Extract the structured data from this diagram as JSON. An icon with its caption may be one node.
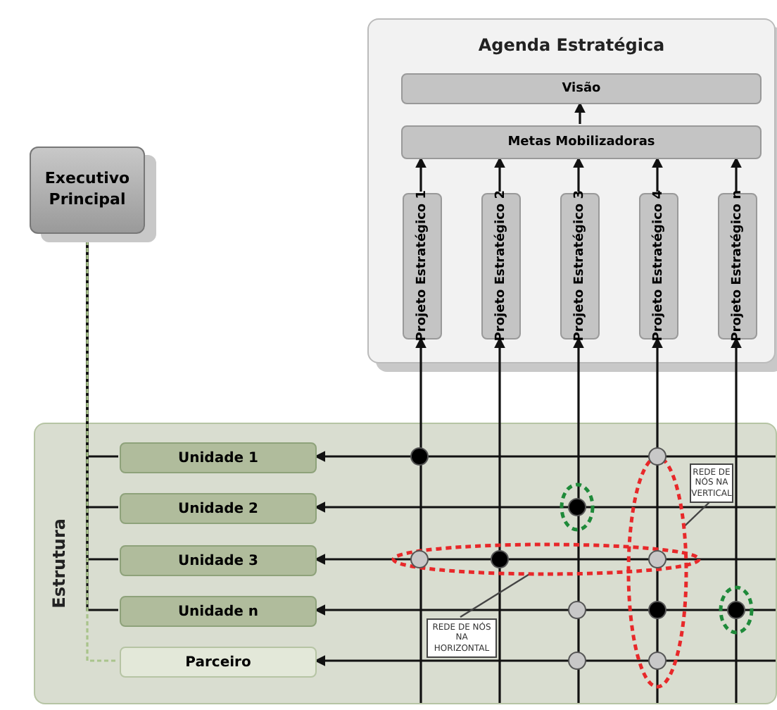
{
  "diagram": {
    "nodes": [
      {
        "text": [
          "Agenda Estratégica"
        ]
      },
      {
        "text": [
          "Visão"
        ],
        "in": 0
      },
      {
        "text": [
          "Metas Mobilizadoras"
        ],
        "in": 0
      },
      {
        "text": [
          "Projeto Estratégico 1"
        ],
        "in": 0
      },
      {
        "text": [
          "Projeto Estratégico 2"
        ],
        "in": 0
      },
      {
        "text": [
          "Projeto Estratégico 3"
        ],
        "in": 0
      },
      {
        "text": [
          "Projeto Estratégico 4"
        ],
        "in": 0
      },
      {
        "text": [
          "Projeto Estratégico n"
        ],
        "in": 0
      },
      {
        "text": [
          "Executivo Principal"
        ]
      },
      {
        "text": [
          "Estrutura"
        ]
      },
      {
        "text": [
          "Unidade 1"
        ],
        "in": 9
      },
      {
        "text": [
          "Unidade 2"
        ],
        "in": 9
      },
      {
        "text": [
          "Unidade 3"
        ],
        "in": 9
      },
      {
        "text": [
          "Unidade n"
        ],
        "in": 9
      },
      {
        "text": [
          "Parceiro"
        ],
        "in": 9
      },
      {
        "text": [
          "REDE DE NÓS NA HORIZONTAL"
        ],
        "in": 9
      },
      {
        "text": [
          "REDE DE NÓS NA VERTICAL"
        ],
        "in": 9
      }
    ],
    "edges": [
      {
        "from": 2,
        "to": 1,
        "arrow": "to"
      },
      {
        "from": 3,
        "to": 2,
        "arrow": "to"
      },
      {
        "from": 4,
        "to": 2,
        "arrow": "to"
      },
      {
        "from": 5,
        "to": 2,
        "arrow": "to"
      },
      {
        "from": 6,
        "to": 2,
        "arrow": "to"
      },
      {
        "from": 7,
        "to": 2,
        "arrow": "to"
      },
      {
        "from": 9,
        "to": 3,
        "arrow": "to"
      },
      {
        "from": 9,
        "to": 4,
        "arrow": "to"
      },
      {
        "from": 9,
        "to": 5,
        "arrow": "to"
      },
      {
        "from": 9,
        "to": 6,
        "arrow": "to"
      },
      {
        "from": 9,
        "to": 7,
        "arrow": "to"
      },
      {
        "from": 9,
        "to": 10,
        "arrow": "to"
      },
      {
        "from": 9,
        "to": 11,
        "arrow": "to"
      },
      {
        "from": 9,
        "to": 12,
        "arrow": "to"
      },
      {
        "from": 9,
        "to": 13,
        "arrow": "to"
      },
      {
        "from": 9,
        "to": 14,
        "arrow": "to"
      },
      {
        "from": 8,
        "to": 10,
        "arrow": "none"
      },
      {
        "from": 8,
        "to": 11,
        "arrow": "none"
      },
      {
        "from": 8,
        "to": 12,
        "arrow": "none"
      },
      {
        "from": 8,
        "to": 13,
        "arrow": "none"
      },
      {
        "from": 8,
        "to": 14,
        "arrow": "none",
        "style": "dashed",
        "color": "#a9c48c"
      },
      {
        "from": 15,
        "to": null,
        "arrow": "none"
      },
      {
        "from": 16,
        "to": null,
        "arrow": "none"
      }
    ]
  }
}
